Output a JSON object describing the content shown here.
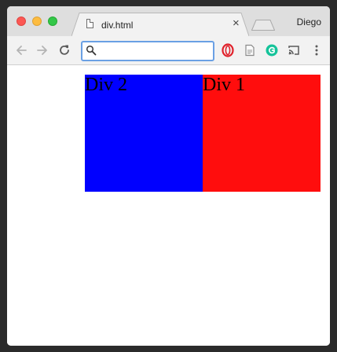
{
  "browser": {
    "tab": {
      "title": "div.html"
    },
    "profile_name": "Diego",
    "omnibox": {
      "value": "",
      "placeholder": ""
    },
    "icons": {
      "back": "arrow-left-icon",
      "forward": "arrow-right-icon",
      "reload": "reload-icon",
      "search": "search-icon",
      "extensions": [
        "opera-icon",
        "document-icon",
        "grammarly-icon",
        "cast-icon",
        "menu-dots-icon"
      ]
    }
  },
  "page": {
    "divs": [
      {
        "label": "Div 2",
        "color": "#0000ff"
      },
      {
        "label": "Div 1",
        "color": "#ff0d0d"
      }
    ]
  }
}
